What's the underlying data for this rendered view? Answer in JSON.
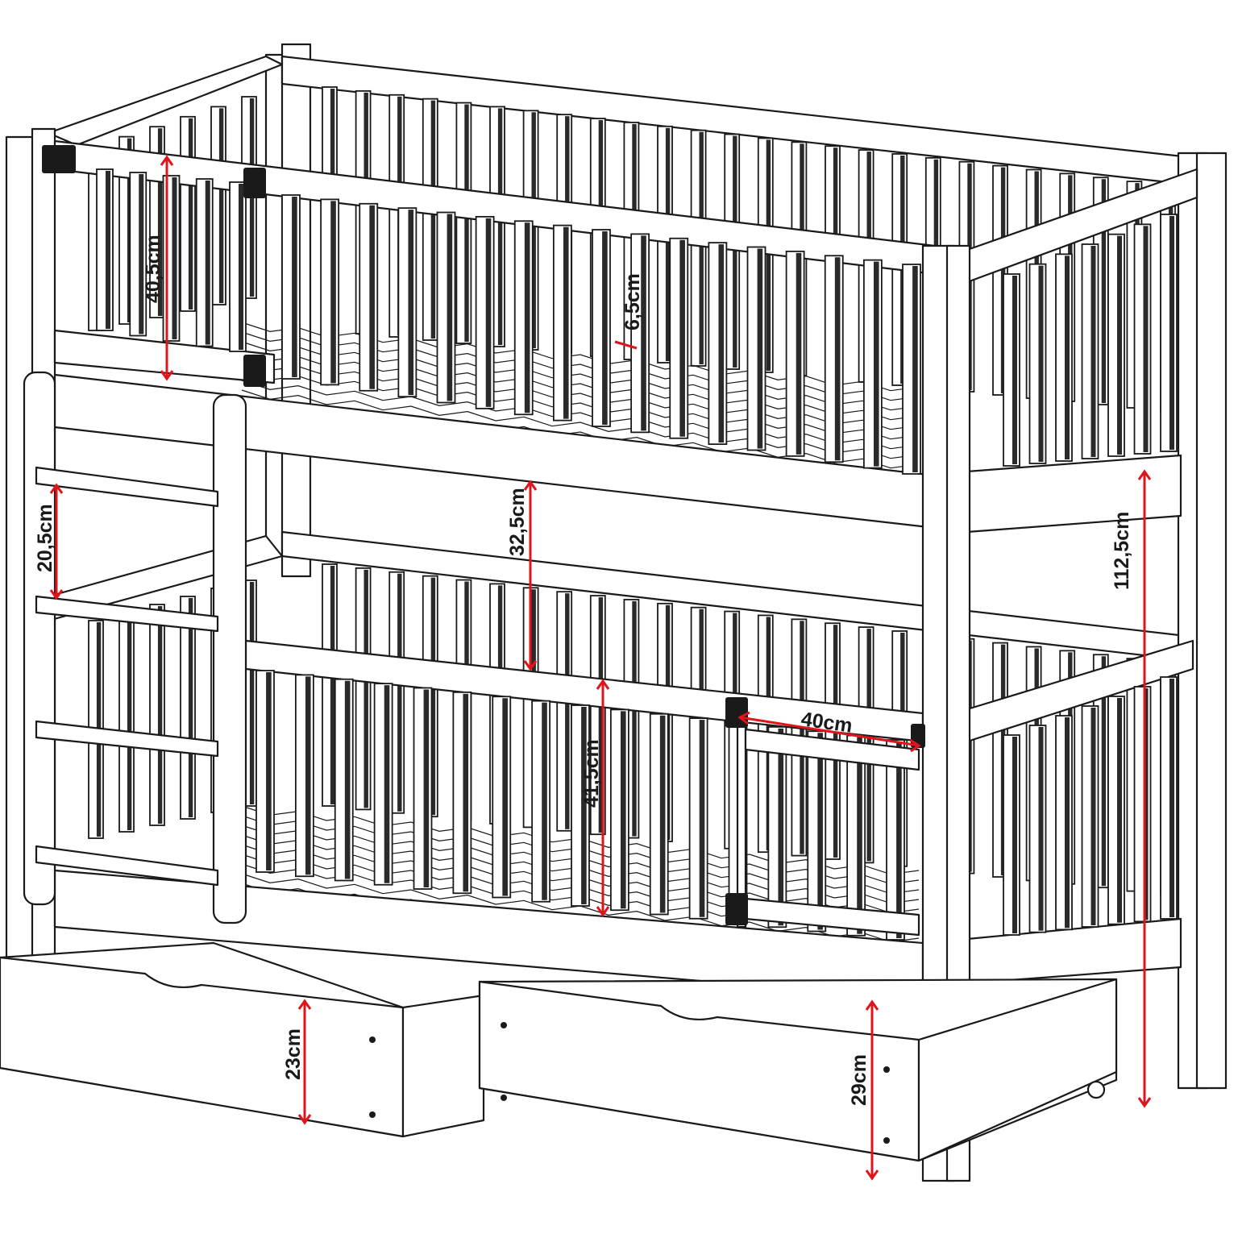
{
  "dimensions": {
    "top_rail_height": "40,5cm",
    "slat_gap": "6,5cm",
    "ladder_step": "20,5cm",
    "bunk_clearance": "32,5cm",
    "bed_height": "112,5cm",
    "lower_rail_height": "41,5cm",
    "opening_width": "40cm",
    "drawer_left_height": "23cm",
    "drawer_right_height": "29cm"
  },
  "colors": {
    "dimension": "#e0141b",
    "outline": "#1a1a1a"
  }
}
